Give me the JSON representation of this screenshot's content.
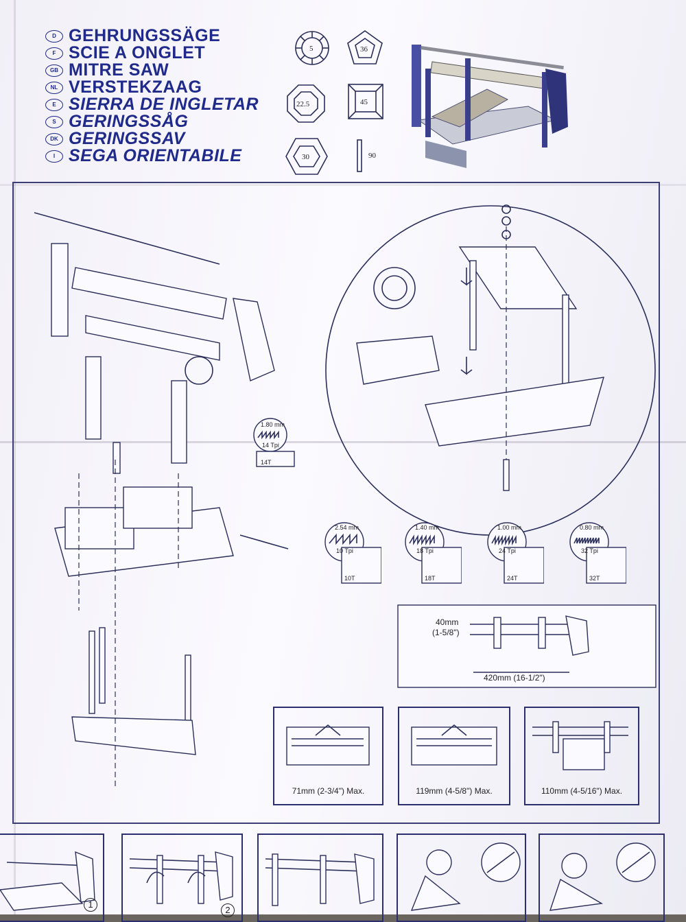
{
  "title_block": {
    "languages": [
      {
        "code": "D",
        "name": "GEHRUNGSSÄGE"
      },
      {
        "code": "F",
        "name": "SCIE A ONGLET"
      },
      {
        "code": "GB",
        "name": "MITRE SAW"
      },
      {
        "code": "NL",
        "name": "VERSTEKZAAG"
      },
      {
        "code": "E",
        "name": "SIERRA DE INGLETAR"
      },
      {
        "code": "S",
        "name": "GERINGSSÅG"
      },
      {
        "code": "DK",
        "name": "GERINGSSAV"
      },
      {
        "code": "I",
        "name": "SEGA ORIENTABILE"
      }
    ]
  },
  "angles": [
    "5",
    "36",
    "22.5",
    "45",
    "30",
    "90"
  ],
  "blade_detail": {
    "pitch": "1.80 mm",
    "tpi": "14 Tpi",
    "teeth": "14T"
  },
  "blades": [
    {
      "pitch": "2.54 mm",
      "tpi": "10 Tpi",
      "teeth": "10T"
    },
    {
      "pitch": "1.40 mm",
      "tpi": "18 Tpi",
      "teeth": "18T"
    },
    {
      "pitch": "1.00 mm",
      "tpi": "24 Tpi",
      "teeth": "24T"
    },
    {
      "pitch": "0.80 mm",
      "tpi": "32 Tpi",
      "teeth": "32T"
    }
  ],
  "dimensions": {
    "height_mm": "40mm",
    "height_in": "(1-5/8\")",
    "length": "420mm (16-1/2\")"
  },
  "capacities": [
    "71mm (2-3/4\") Max.",
    "119mm (4-5/8\") Max.",
    "110mm (4-5/16\") Max."
  ],
  "steps": [
    "1",
    "2"
  ],
  "colors": {
    "ink": "#1f2a8a",
    "line": "#2a2e5a",
    "paper": "#f6f5fb"
  }
}
